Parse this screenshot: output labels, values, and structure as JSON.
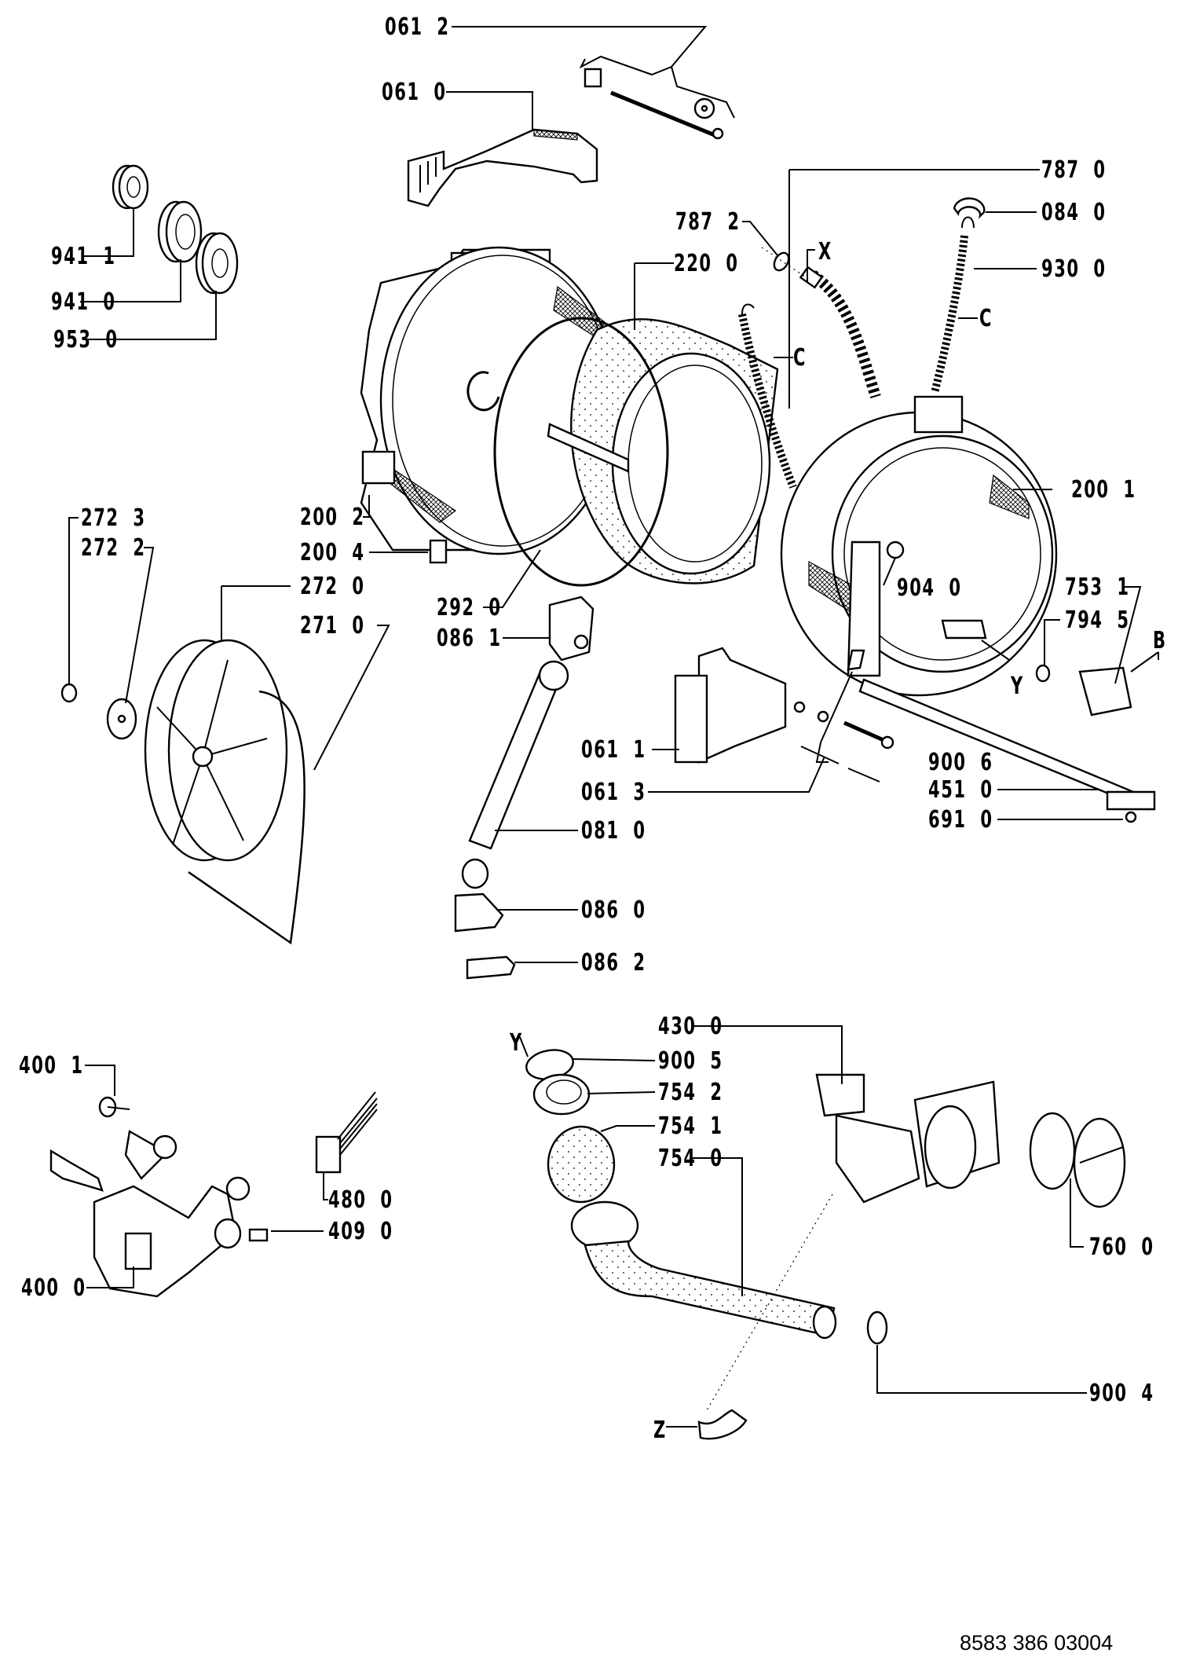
{
  "diagram": {
    "title": "Washing machine tub, drum and drain assembly — exploded parts view",
    "document_code": "8583 386 03004",
    "labels": [
      {
        "id": "061-2",
        "text": "061  2"
      },
      {
        "id": "061-0",
        "text": "061  0"
      },
      {
        "id": "941-1",
        "text": "941  1"
      },
      {
        "id": "941-0",
        "text": "941  0"
      },
      {
        "id": "953-0",
        "text": "953  0"
      },
      {
        "id": "787-0",
        "text": "787  0"
      },
      {
        "id": "084-0",
        "text": "084  0"
      },
      {
        "id": "787-2",
        "text": "787  2"
      },
      {
        "id": "x-ref",
        "text": "X"
      },
      {
        "id": "220-0",
        "text": "220  0"
      },
      {
        "id": "930-0",
        "text": "930  0"
      },
      {
        "id": "c-ref-1",
        "text": "C"
      },
      {
        "id": "c-ref-2",
        "text": "C"
      },
      {
        "id": "200-1",
        "text": "200  1"
      },
      {
        "id": "200-2",
        "text": "200  2"
      },
      {
        "id": "200-4",
        "text": "200  4"
      },
      {
        "id": "272-3",
        "text": "272  3"
      },
      {
        "id": "272-2",
        "text": "272  2"
      },
      {
        "id": "272-0",
        "text": "272  0"
      },
      {
        "id": "271-0",
        "text": "271  0"
      },
      {
        "id": "292-0",
        "text": "292  0"
      },
      {
        "id": "086-1",
        "text": "086  1"
      },
      {
        "id": "904-0",
        "text": "904  0"
      },
      {
        "id": "753-1",
        "text": "753  1"
      },
      {
        "id": "794-5",
        "text": "794  5"
      },
      {
        "id": "b-ref",
        "text": "B"
      },
      {
        "id": "y-ref-1",
        "text": "Y"
      },
      {
        "id": "061-1",
        "text": "061  1"
      },
      {
        "id": "900-6",
        "text": "900  6"
      },
      {
        "id": "061-3",
        "text": "061  3"
      },
      {
        "id": "451-0",
        "text": "451  0"
      },
      {
        "id": "081-0",
        "text": "081  0"
      },
      {
        "id": "691-0",
        "text": "691  0"
      },
      {
        "id": "086-0",
        "text": "086  0"
      },
      {
        "id": "086-2",
        "text": "086  2"
      },
      {
        "id": "430-0",
        "text": "430  0"
      },
      {
        "id": "y-ref-2",
        "text": "Y"
      },
      {
        "id": "900-5",
        "text": "900  5"
      },
      {
        "id": "400-1",
        "text": "400  1"
      },
      {
        "id": "754-2",
        "text": "754  2"
      },
      {
        "id": "754-1",
        "text": "754  1"
      },
      {
        "id": "754-0",
        "text": "754  0"
      },
      {
        "id": "480-0",
        "text": "480  0"
      },
      {
        "id": "409-0",
        "text": "409  0"
      },
      {
        "id": "760-0",
        "text": "760  0"
      },
      {
        "id": "400-0",
        "text": "400  0"
      },
      {
        "id": "900-4",
        "text": "900  4"
      },
      {
        "id": "z-ref",
        "text": "Z"
      }
    ]
  }
}
